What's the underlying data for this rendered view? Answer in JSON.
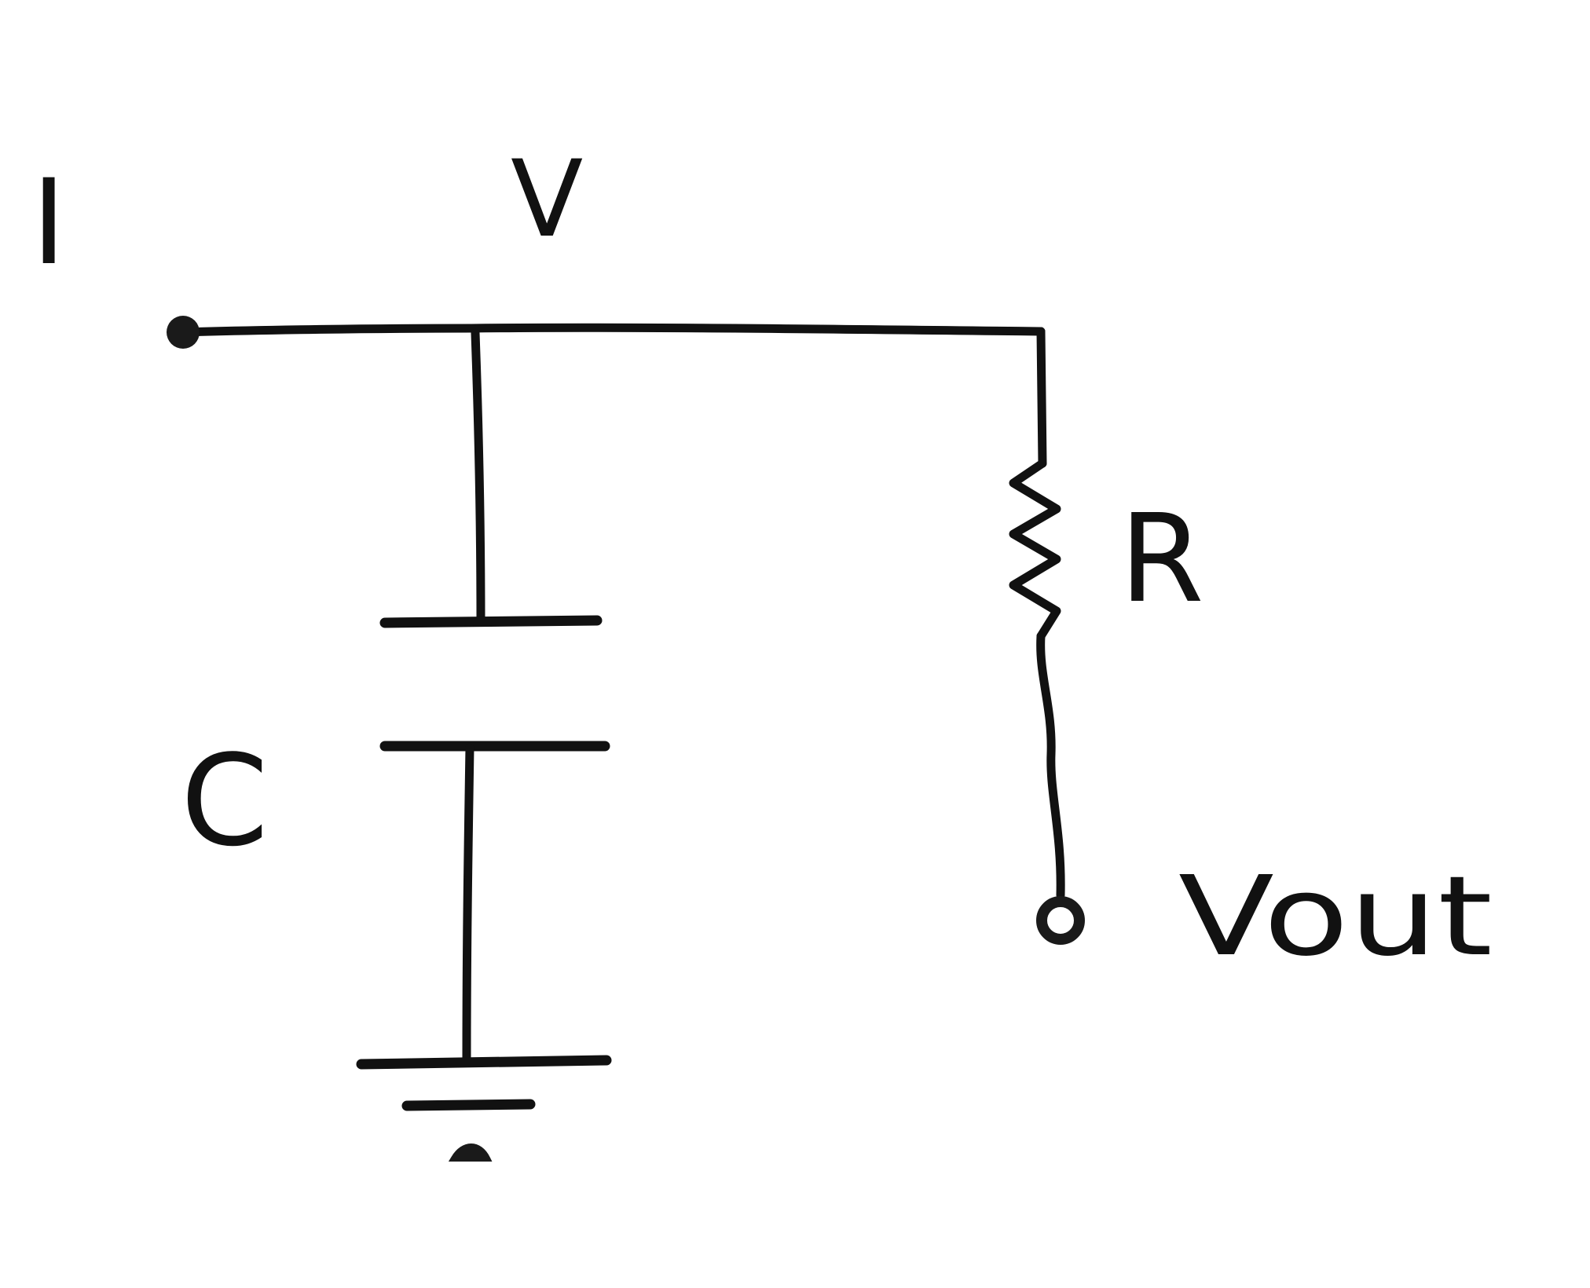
{
  "diagram": {
    "labels": {
      "input_current": "I",
      "node_voltage": "V",
      "resistor": "R",
      "capacitor": "C",
      "output": "Vout"
    }
  }
}
